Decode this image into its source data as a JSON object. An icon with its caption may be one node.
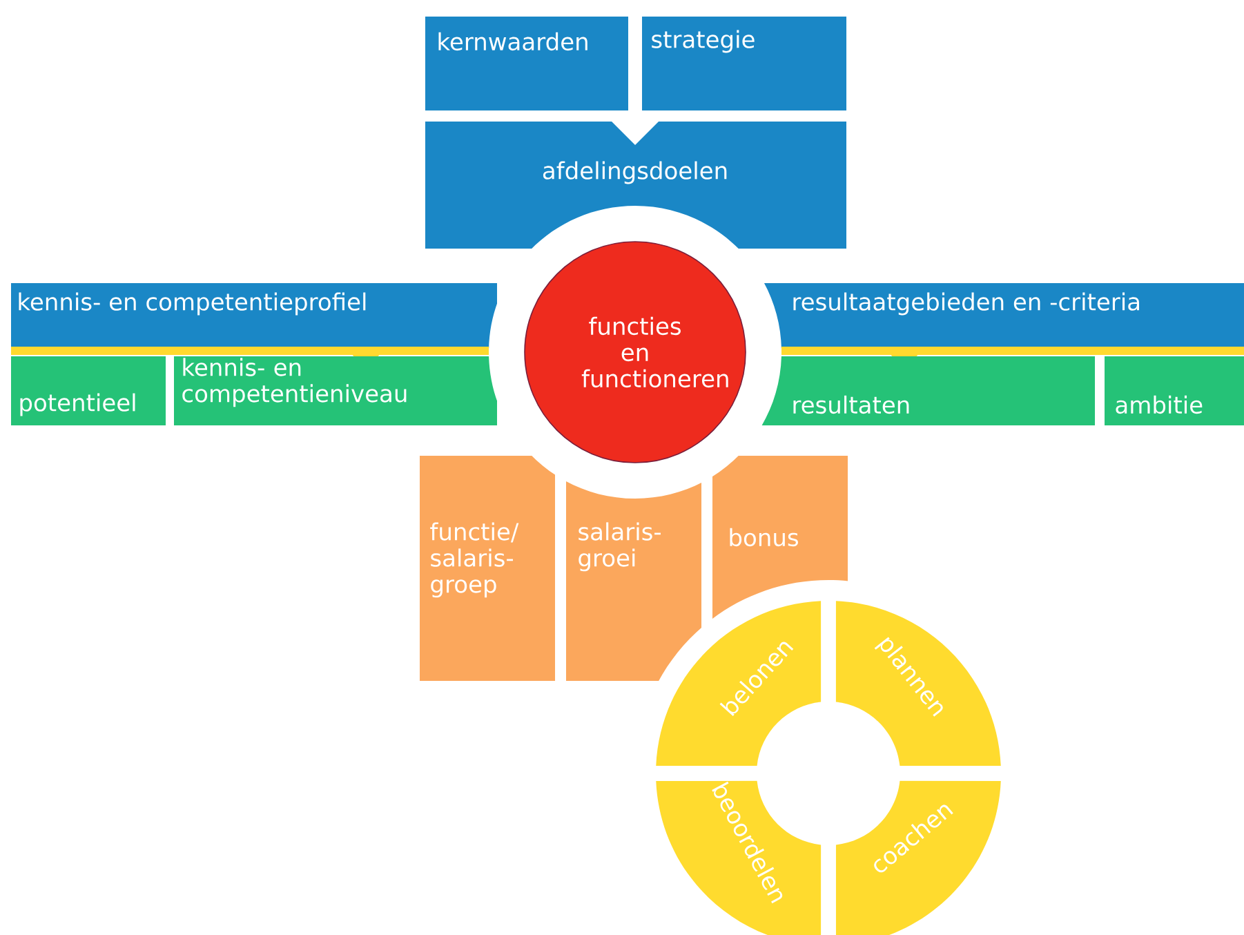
{
  "diagram": {
    "nodes": [
      {
        "text": [
          "kernwaarden"
        ]
      },
      {
        "text": [
          "strategie"
        ]
      },
      {
        "text": [
          "afdelingsdoelen"
        ]
      },
      {
        "text": [
          "kennis- en competentieprofiel"
        ]
      },
      {
        "text": [
          "functies en functioneren"
        ]
      },
      {
        "text": [
          "resultaatgebieden en -criteria"
        ]
      },
      {
        "text": [
          "potentieel"
        ]
      },
      {
        "text": [
          "kennis- en competentieniveau"
        ]
      },
      {
        "text": [
          "resultaten"
        ]
      },
      {
        "text": [
          "ambitie"
        ]
      },
      {
        "text": [
          "functie/ salaris- groep"
        ]
      },
      {
        "text": [
          "salaris- groei"
        ]
      },
      {
        "text": [
          "bonus"
        ]
      },
      {
        "text": [
          "belonen"
        ]
      },
      {
        "text": [
          "plannen"
        ]
      },
      {
        "text": [
          "beoordelen"
        ]
      },
      {
        "text": [
          "coachen"
        ]
      }
    ]
  }
}
